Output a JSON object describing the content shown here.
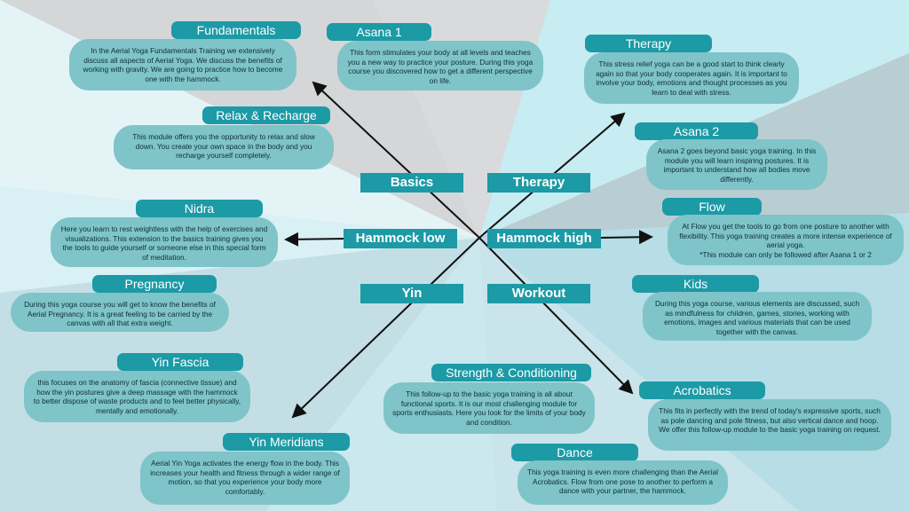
{
  "colors": {
    "accent": "#1c9aa6",
    "card": "#7fc4c8",
    "text": "#0d2f35"
  },
  "categories": {
    "basics": "Basics",
    "therapy": "Therapy",
    "hammock_low": "Hammock low",
    "hammock_high": "Hammock high",
    "yin": "Yin",
    "workout": "Workout"
  },
  "modules": {
    "fundamentals": {
      "title": "Fundamentals",
      "text": "In the Aerial Yoga Fundamentals Training we extensively discuss all aspects of Aerial Yoga. We discuss the benefits of working with gravity. We are going to practice how to become one with the hammock."
    },
    "asana1": {
      "title": "Asana 1",
      "text": "This form stimulates your body at all levels and teaches you a new way to practice your posture. During this yoga course you discovered how to get a different perspective on life."
    },
    "relax": {
      "title": "Relax & Recharge",
      "text": "This module offers you the opportunity to relax and slow down. You create your own space in the body and you recharge yourself completely."
    },
    "therapy": {
      "title": "Therapy",
      "text": "This stress relief yoga can be a good start to think clearly again so that your body cooperates again. It is important to involve your body, emotions and thought processes as you learn to deal with stress."
    },
    "asana2": {
      "title": "Asana 2",
      "text": "Asana 2 goes beyond basic yoga training. In this module you will learn inspiring postures. It is important to understand how all bodies move differently."
    },
    "nidra": {
      "title": "Nidra",
      "text": "Here you learn to rest weightless with the help of exercises and visualizations. This extension to the basics training gives you the tools to guide yourself or someone else in this special form of meditation."
    },
    "flow": {
      "title": "Flow",
      "text": "At Flow you get the tools to go from one posture to another with flexibility. This yoga training creates a more intense experience of aerial yoga.",
      "note": "*This module can only be followed after Asana 1 or 2"
    },
    "pregnancy": {
      "title": "Pregnancy",
      "text": "During this yoga course you will get to know the benefits of Aerial Pregnancy. It is a great feeling to be carried by the canvas with all that extra weight."
    },
    "kids": {
      "title": "Kids",
      "text": "During this yoga course, various elements are discussed, such as mindfulness for children, games, stories, working with emotions, images and various materials that can be used together with the canvas."
    },
    "yin_fascia": {
      "title": "Yin Fascia",
      "text": "this focuses on the anatomy of fascia (connective tissue) and how the yin postures give a deep massage with the hammock to better dispose of waste products and to feel better physically, mentally and emotionally."
    },
    "strength": {
      "title": "Strength & Conditioning",
      "text": "This follow-up to the basic yoga training is all about functional sports. It is our most challenging module for sports enthusiasts. Here you look for the limits of your body and condition."
    },
    "acrobatics": {
      "title": "Acrobatics",
      "text": "This fits in perfectly with the trend of today's expressive sports, such as pole dancing and pole fitness, but also vertical dance and hoop. We offer this follow-up module to the basic yoga training on request."
    },
    "yin_meridians": {
      "title": "Yin Meridians",
      "text": "Aerial Yin Yoga activates the energy flow in the body. This increases your health and fitness through a wider range of motion, so that you experience your body more comfortably."
    },
    "dance": {
      "title": "Dance",
      "text": "This yoga training is even more challenging than the Aerial Acrobatics. Flow from one pose to another to perform a dance with your partner, the hammock."
    }
  }
}
